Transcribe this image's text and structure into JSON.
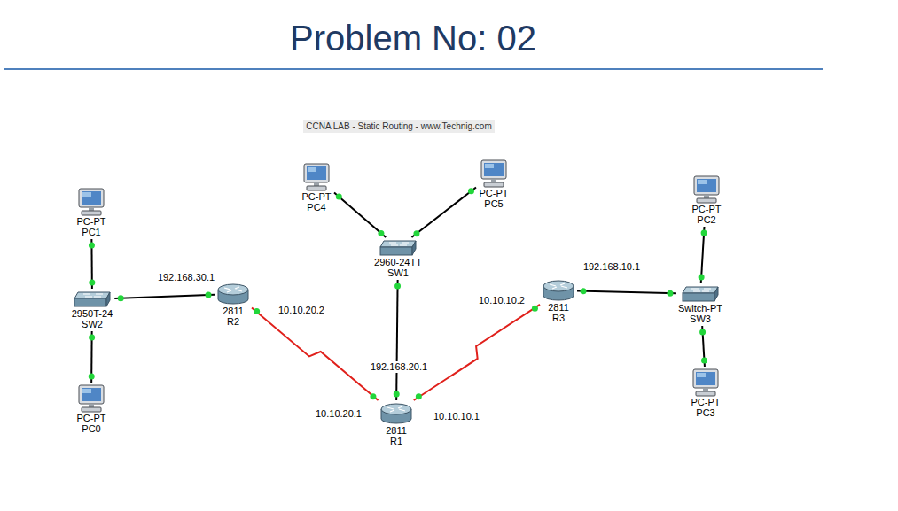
{
  "diagram": {
    "title": "Problem No: 02",
    "nodes": [
      {
        "text": [
          "PC-PT",
          "PC1"
        ]
      },
      {
        "text": [
          "2950T-24",
          "SW2"
        ]
      },
      {
        "text": [
          "PC-PT",
          "PC0"
        ]
      },
      {
        "text": [
          "2811",
          "R2"
        ]
      },
      {
        "text": [
          "PC-PT",
          "PC4"
        ]
      },
      {
        "text": [
          "PC-PT",
          "PC5"
        ]
      },
      {
        "text": [
          "2960-24TT",
          "SW1"
        ]
      },
      {
        "text": [
          "2811",
          "R1"
        ]
      },
      {
        "text": [
          "2811",
          "R3"
        ]
      },
      {
        "text": [
          "Switch-PT",
          "SW3"
        ]
      },
      {
        "text": [
          "PC-PT",
          "PC2"
        ]
      },
      {
        "text": [
          "PC-PT",
          "PC3"
        ]
      }
    ],
    "edges": [
      {
        "from": 0,
        "to": 1,
        "arrow": "none"
      },
      {
        "from": 1,
        "to": 2,
        "arrow": "none"
      },
      {
        "from": 1,
        "to": 3,
        "arrow": "none"
      },
      {
        "from": 3,
        "to": 7,
        "arrow": "none"
      },
      {
        "from": 4,
        "to": 6,
        "arrow": "none"
      },
      {
        "from": 5,
        "to": 6,
        "arrow": "none"
      },
      {
        "from": 6,
        "to": 7,
        "arrow": "none"
      },
      {
        "from": 7,
        "to": 8,
        "arrow": "none"
      },
      {
        "from": 8,
        "to": 9,
        "arrow": "none"
      },
      {
        "from": 9,
        "to": 10,
        "arrow": "none"
      },
      {
        "from": 9,
        "to": 11,
        "arrow": "none"
      }
    ],
    "labels": [
      "CCNA LAB - Static Routing - www.Technig.com",
      "192.168.30.1",
      "10.10.20.2",
      "192.168.20.1",
      "10.10.20.1",
      "10.10.10.1",
      "10.10.10.2",
      "192.168.10.1"
    ]
  }
}
